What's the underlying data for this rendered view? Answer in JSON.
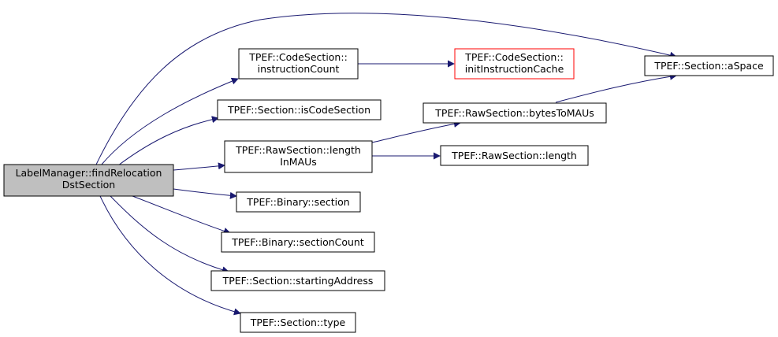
{
  "diagram": {
    "colors": {
      "edge": "#191970",
      "node_border": "#000000",
      "node_fill": "#ffffff",
      "root_fill": "#bfbfbf",
      "highlight_border": "#ff0000"
    },
    "nodes": {
      "root": {
        "lines": [
          "LabelManager::findRelocation",
          "DstSection"
        ]
      },
      "instructionCount": {
        "lines": [
          "TPEF::CodeSection::",
          "instructionCount"
        ]
      },
      "initInstructionCache": {
        "lines": [
          "TPEF::CodeSection::",
          "initInstructionCache"
        ]
      },
      "aSpace": {
        "lines": [
          "TPEF::Section::aSpace"
        ]
      },
      "isCodeSection": {
        "lines": [
          "TPEF::Section::isCodeSection"
        ]
      },
      "bytesToMAUs": {
        "lines": [
          "TPEF::RawSection::bytesToMAUs"
        ]
      },
      "lengthInMAUs": {
        "lines": [
          "TPEF::RawSection::length",
          "InMAUs"
        ]
      },
      "length": {
        "lines": [
          "TPEF::RawSection::length"
        ]
      },
      "section": {
        "lines": [
          "TPEF::Binary::section"
        ]
      },
      "sectionCount": {
        "lines": [
          "TPEF::Binary::sectionCount"
        ]
      },
      "startingAddress": {
        "lines": [
          "TPEF::Section::startingAddress"
        ]
      },
      "type": {
        "lines": [
          "TPEF::Section::type"
        ]
      }
    }
  }
}
